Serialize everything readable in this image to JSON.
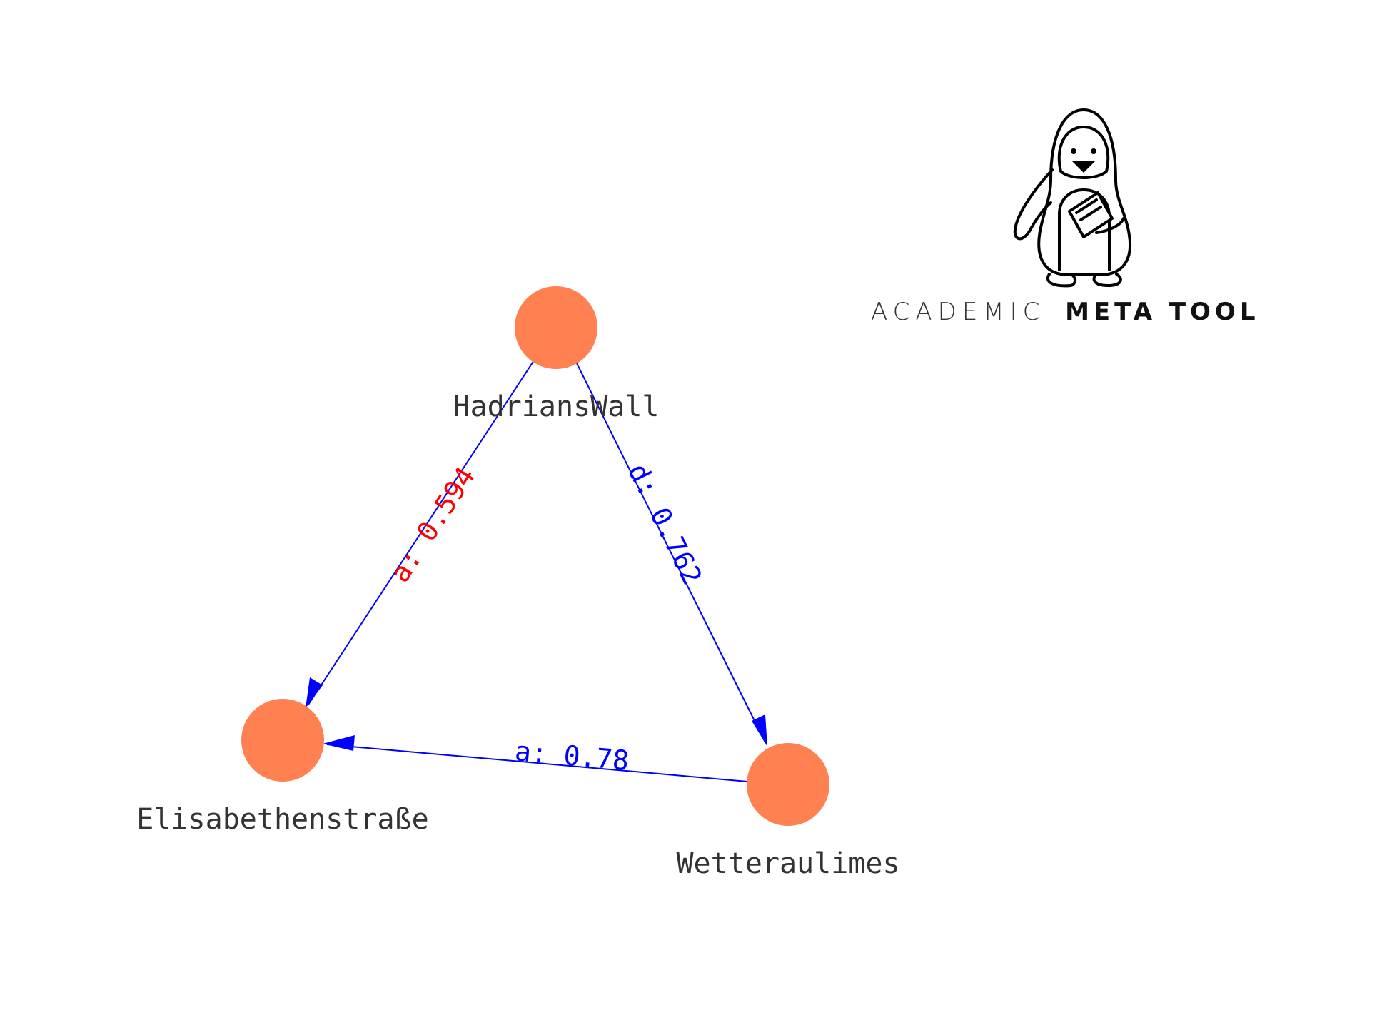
{
  "logo": {
    "text_light": "ACADEMIC",
    "text_bold": "META TOOL",
    "icon": "penguin-icon"
  },
  "graph": {
    "node_color": "#FF8050",
    "edge_color": "#0000FF",
    "nodes": [
      {
        "id": "hadrianswall",
        "label": "HadriansWall"
      },
      {
        "id": "elisabethenstrasse",
        "label": "Elisabethenstraße"
      },
      {
        "id": "wetteraulimes",
        "label": "Wetteraulimes"
      }
    ],
    "edges": [
      {
        "from": "hadrianswall",
        "to": "elisabethenstrasse",
        "label": "a: 0.594",
        "label_color": "#FF0000"
      },
      {
        "from": "hadrianswall",
        "to": "wetteraulimes",
        "label": "d: 0.762",
        "label_color": "#0000FF"
      },
      {
        "from": "wetteraulimes",
        "to": "elisabethenstrasse",
        "label": "a: 0.78",
        "label_color": "#0000FF"
      }
    ]
  }
}
